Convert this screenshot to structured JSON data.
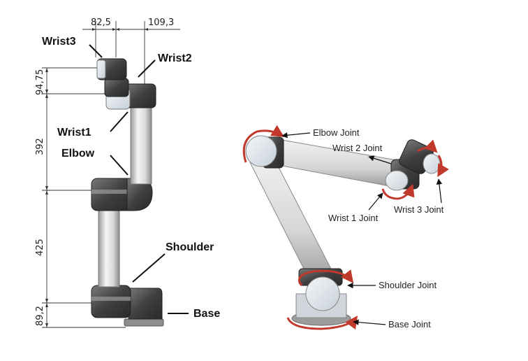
{
  "left_diagram": {
    "dimensions": {
      "top_left": "82,5",
      "top_right": "109,3",
      "wrist_height": "94,75",
      "upper_arm": "392",
      "lower_arm": "425",
      "base_height": "89,2"
    },
    "labels": {
      "wrist3": "Wrist3",
      "wrist2": "Wrist2",
      "wrist1": "Wrist1",
      "elbow": "Elbow",
      "shoulder": "Shoulder",
      "base": "Base"
    }
  },
  "right_diagram": {
    "labels": {
      "elbow_joint": "Elbow Joint",
      "wrist2_joint": "Wrist 2 Joint",
      "wrist1_joint": "Wrist 1 Joint",
      "wrist3_joint": "Wrist 3 Joint",
      "shoulder_joint": "Shoulder Joint",
      "base_joint": "Base Joint"
    }
  },
  "colors": {
    "rotation_arrow": "#c0392b",
    "joint_cap": "#dfe6ec",
    "link_tube": "#e6e6e6",
    "joint_dark": "#4a4a4a"
  }
}
